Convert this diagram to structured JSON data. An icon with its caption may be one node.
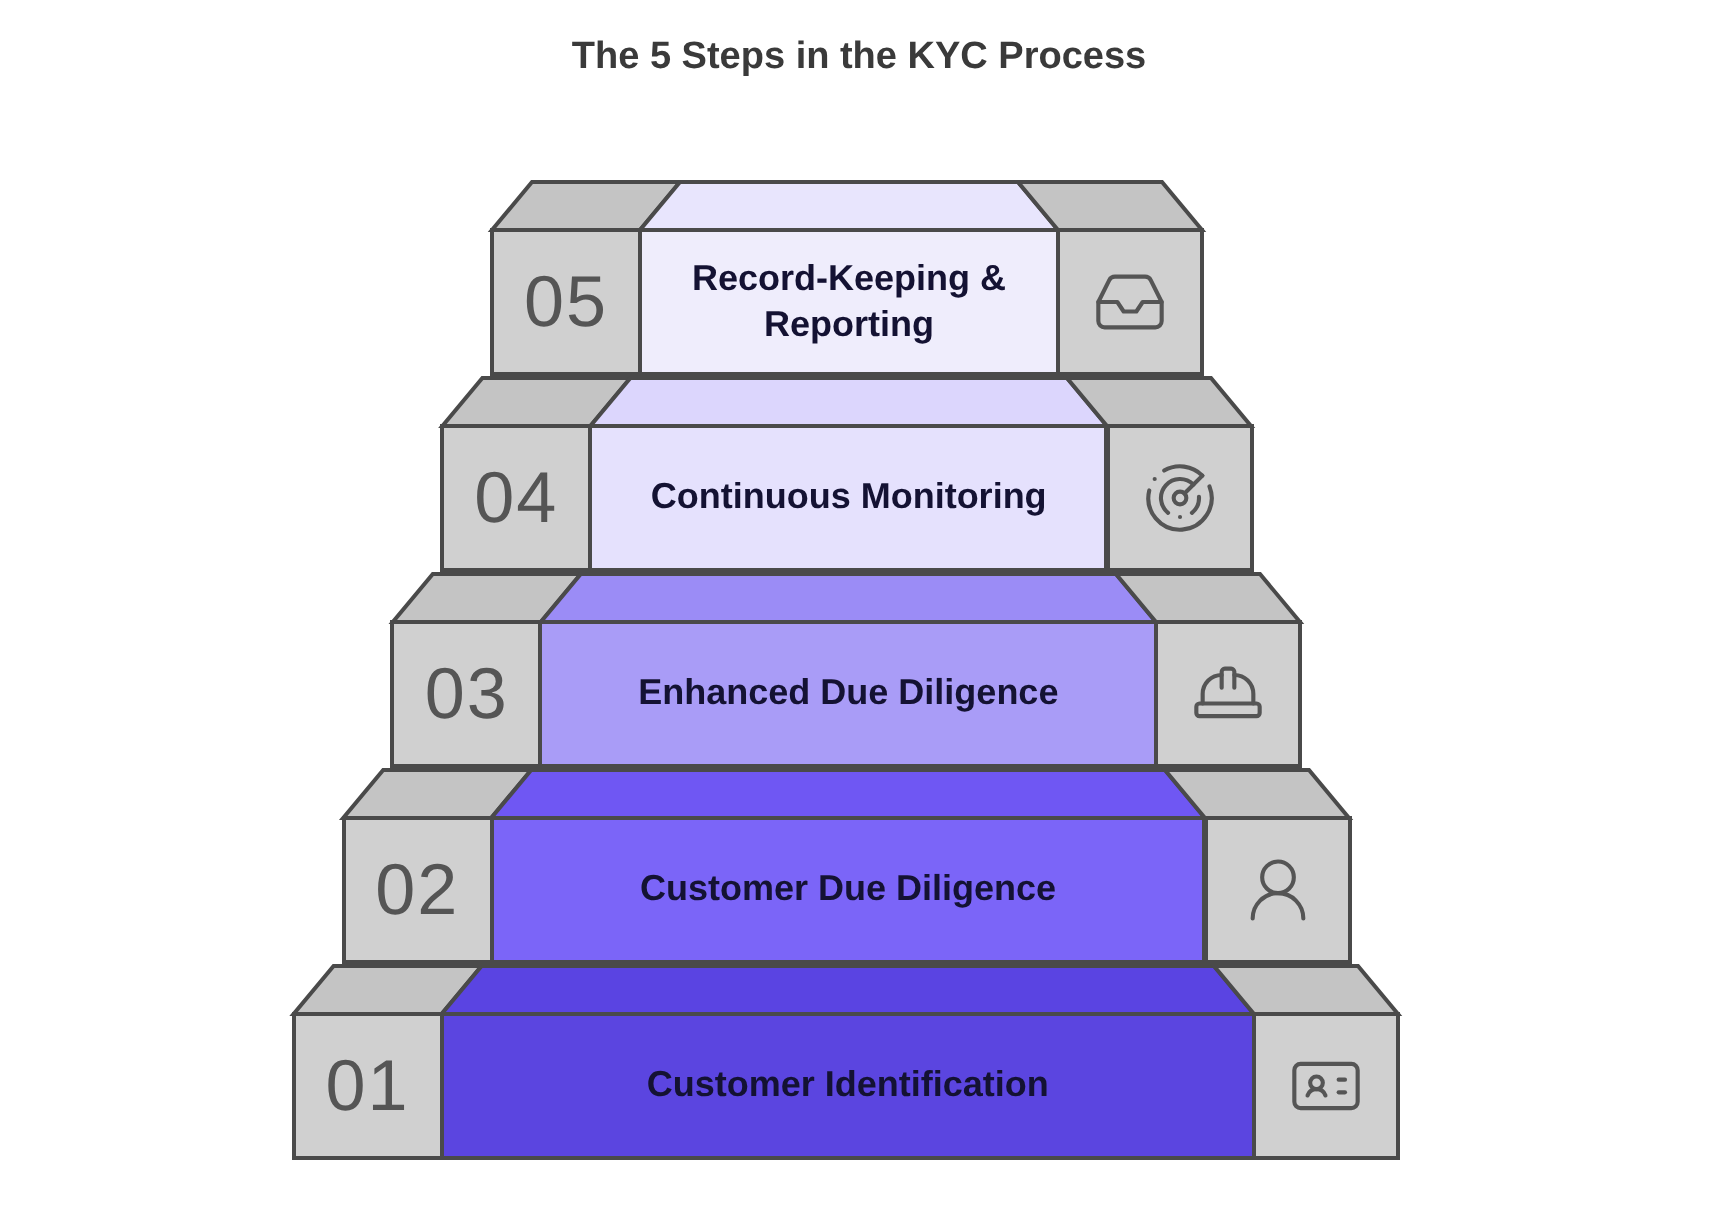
{
  "diagram": {
    "title": "The 5 Steps in the KYC Process",
    "nodes": [
      {
        "text": [
          "05"
        ]
      },
      {
        "text": [
          "Record-Keeping & Reporting"
        ]
      },
      {
        "text": [],
        "shape": "box"
      },
      {
        "text": [
          "04"
        ]
      },
      {
        "text": [
          "Continuous Monitoring"
        ]
      },
      {
        "text": [],
        "shape": "box"
      },
      {
        "text": [
          "03"
        ]
      },
      {
        "text": [
          "Enhanced Due Diligence"
        ]
      },
      {
        "text": [],
        "shape": "box"
      },
      {
        "text": [
          "02"
        ]
      },
      {
        "text": [
          "Customer Due Diligence"
        ]
      },
      {
        "text": [],
        "shape": "box"
      },
      {
        "text": [
          "01"
        ]
      },
      {
        "text": [
          "Customer Identification"
        ]
      },
      {
        "text": [],
        "shape": "box"
      }
    ]
  }
}
